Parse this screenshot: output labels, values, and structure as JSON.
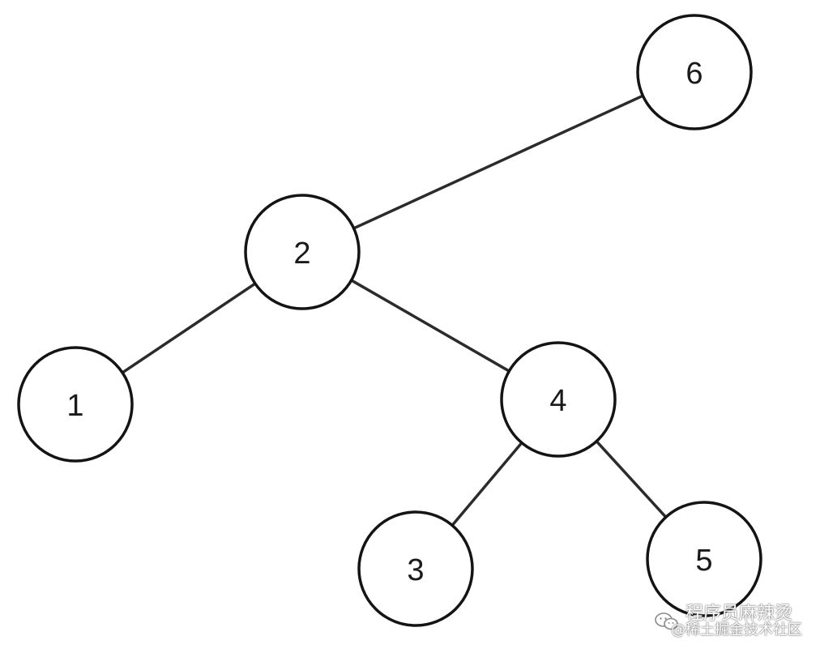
{
  "tree": {
    "nodes": [
      {
        "id": "6",
        "label": "6"
      },
      {
        "id": "2",
        "label": "2"
      },
      {
        "id": "1",
        "label": "1"
      },
      {
        "id": "4",
        "label": "4"
      },
      {
        "id": "3",
        "label": "3"
      },
      {
        "id": "5",
        "label": "5"
      }
    ],
    "edges": [
      {
        "from": "6",
        "to": "2"
      },
      {
        "from": "2",
        "to": "1"
      },
      {
        "from": "2",
        "to": "4"
      },
      {
        "from": "4",
        "to": "3"
      },
      {
        "from": "4",
        "to": "5"
      }
    ],
    "colors": {
      "stroke": "#141414",
      "edge": "#2b2b2b",
      "fill": "#ffffff",
      "text": "#1a1a1a"
    }
  },
  "watermark": {
    "icon": "wechat-icon",
    "line1": "程序员麻辣烫",
    "line2": "@稀土掘金技术社区"
  }
}
